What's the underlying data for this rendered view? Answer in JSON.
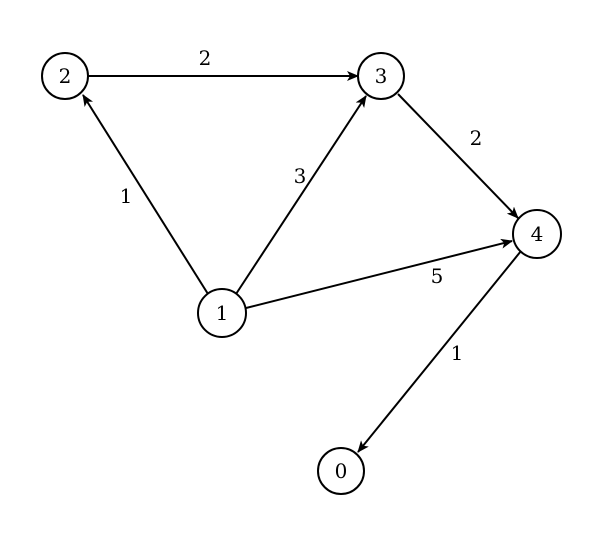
{
  "graph": {
    "nodes": [
      {
        "id": "n2",
        "label": "2"
      },
      {
        "id": "n3",
        "label": "3"
      },
      {
        "id": "n1",
        "label": "1"
      },
      {
        "id": "n4",
        "label": "4"
      },
      {
        "id": "n0",
        "label": "0"
      }
    ],
    "edges": [
      {
        "from": "n2",
        "to": "n3",
        "weight": "2"
      },
      {
        "from": "n1",
        "to": "n2",
        "weight": "1"
      },
      {
        "from": "n1",
        "to": "n3",
        "weight": "3"
      },
      {
        "from": "n3",
        "to": "n4",
        "weight": "2"
      },
      {
        "from": "n1",
        "to": "n4",
        "weight": "5"
      },
      {
        "from": "n4",
        "to": "n0",
        "weight": "1"
      }
    ]
  }
}
